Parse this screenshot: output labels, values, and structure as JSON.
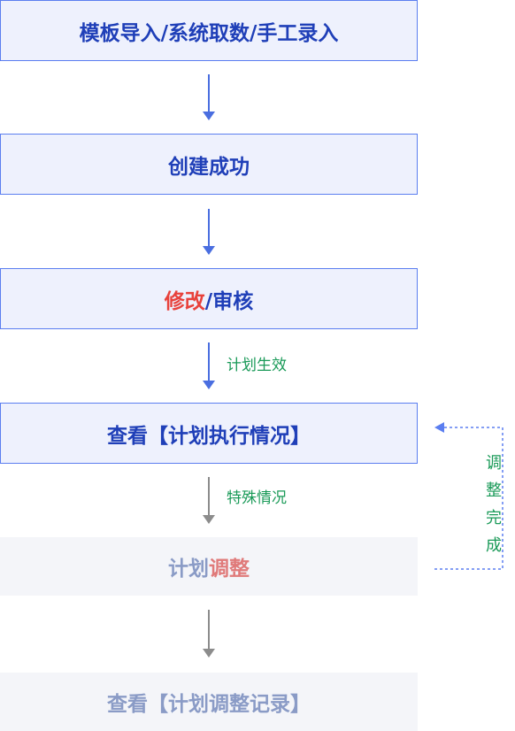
{
  "steps": [
    {
      "text": "模板导入/系统取数/手工录入"
    },
    {
      "text": "创建成功"
    },
    {
      "parts": [
        "修改",
        "/审核"
      ]
    },
    {
      "text": "查看【计划执行情况】"
    },
    {
      "parts": [
        "计划",
        "调整"
      ]
    },
    {
      "text": "查看【计划调整记录】"
    }
  ],
  "labels": {
    "plan_effective": "计划生效",
    "special_case": "特殊情况",
    "adjust_done": [
      "调",
      "整",
      "完",
      "成"
    ]
  },
  "colors": {
    "active_border": "#5b7ef0",
    "active_fill": "#eef1fd",
    "active_text": "#1f3fb8",
    "faded_fill": "#f4f5f9",
    "faded_text": "#8a9bc6",
    "highlight_red": "#e8413b",
    "label_green": "#1a9a58",
    "arrow_blue": "#4a6ee0",
    "arrow_gray": "#8c8c8c"
  }
}
